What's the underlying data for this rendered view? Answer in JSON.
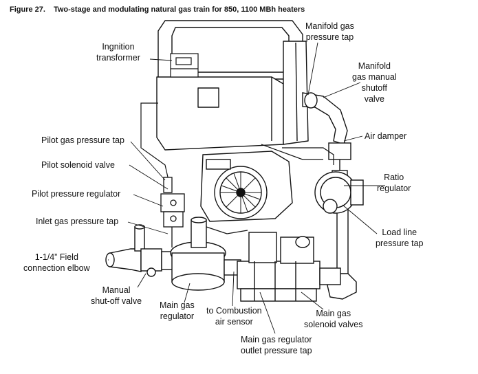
{
  "caption": {
    "number": "Figure 27.",
    "title": "Two-stage and modulating natural gas train for 850, 1100 MBh heaters"
  },
  "labels": {
    "ignition_transformer": [
      "Ingnition",
      "transformer"
    ],
    "manifold_gas_pressure_tap": [
      "Manifold gas",
      "pressure tap"
    ],
    "manifold_gas_manual_shutoff_valve": [
      "Manifold",
      "gas manual",
      "shutoff",
      "valve"
    ],
    "air_damper": [
      "Air damper"
    ],
    "pilot_gas_pressure_tap": [
      "Pilot gas pressure tap"
    ],
    "pilot_solenoid_valve": [
      "Pilot solenoid valve"
    ],
    "pilot_pressure_regulator": [
      "Pilot pressure regulator"
    ],
    "inlet_gas_pressure_tap": [
      "Inlet gas pressure tap"
    ],
    "ratio_regulator": [
      "Ratio",
      "regulator"
    ],
    "load_line_pressure_tap": [
      "Load line",
      "pressure tap"
    ],
    "field_connection_elbow": [
      "1-1/4” Field",
      "connection elbow"
    ],
    "manual_shutoff_valve": [
      "Manual",
      "shut-off valve"
    ],
    "main_gas_regulator": [
      "Main gas",
      "regulator"
    ],
    "combustion_air_sensor": [
      "to Combustion",
      "air sensor"
    ],
    "main_gas_solenoid_valves": [
      "Main gas",
      "solenoid valves"
    ],
    "main_gas_regulator_outlet_pressure_tap": [
      "Main gas regulator",
      "outlet pressure tap"
    ]
  }
}
